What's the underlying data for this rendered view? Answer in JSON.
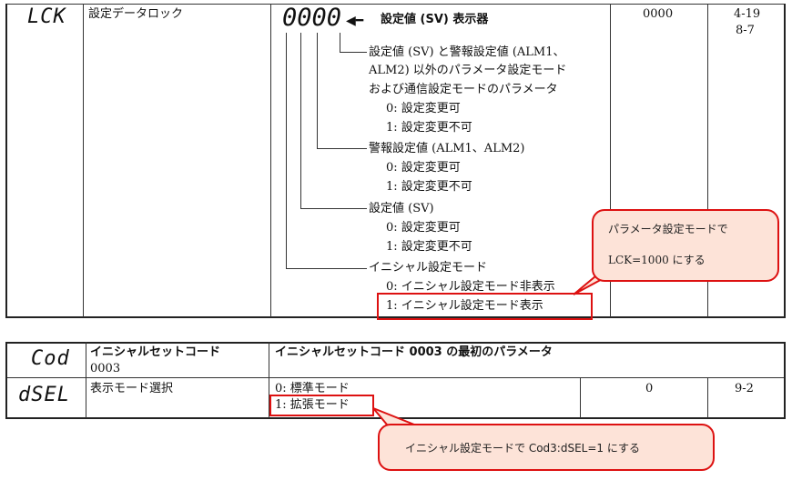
{
  "table1": {
    "code": "LCK",
    "name": "設定データロック",
    "display_digits": "0000",
    "arrow_label": "設定値 (SV) 表示器",
    "default": "0000",
    "pages": [
      "4-19",
      "8-7"
    ],
    "groups": [
      {
        "lines": [
          "設定値 (SV) と警報設定値 (ALM1、",
          "ALM2) 以外のパラメータ設定モード",
          "および通信設定モードのパラメータ"
        ],
        "options": [
          "0: 設定変更可",
          "1: 設定変更不可"
        ]
      },
      {
        "lines": [
          "警報設定値 (ALM1、ALM2)"
        ],
        "options": [
          "0: 設定変更可",
          "1: 設定変更不可"
        ]
      },
      {
        "lines": [
          "設定値 (SV)"
        ],
        "options": [
          "0: 設定変更可",
          "1: 設定変更不可"
        ]
      },
      {
        "lines": [
          "イニシャル設定モード"
        ],
        "options": [
          "0: イニシャル設定モード非表示",
          "1: イニシャル設定モード表示"
        ]
      }
    ]
  },
  "callout1": {
    "line1": "パラメータ設定モードで",
    "line2": "LCK=1000 にする"
  },
  "table2": {
    "header_code": "Cod",
    "header_name": "イニシャルセットコード",
    "header_name2": "0003",
    "header_desc": "イニシャルセットコード 0003 の最初のパラメータ",
    "row_code": "dSEL",
    "row_name": "表示モード選択",
    "row_options": [
      "0: 標準モード",
      "1: 拡張モード"
    ],
    "row_default": "0",
    "row_page": "9-2"
  },
  "callout2": {
    "text": "イニシャル設定モードで Cod3:dSEL=1 にする"
  },
  "colors": {
    "highlight": "#dd1111",
    "callout_fill": "#fde3d8"
  }
}
